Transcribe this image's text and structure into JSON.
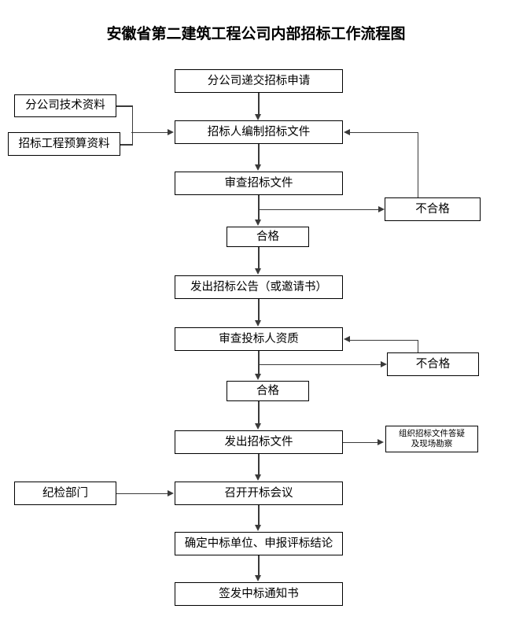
{
  "page": {
    "title": "安徽省第二建筑工程公司内部招标工作流程图",
    "background_color": "#ffffff",
    "line_color": "#3a3a3a",
    "border_color": "#000000"
  },
  "nodes": {
    "apply": "分公司递交招标申请",
    "tech_data": "分公司技术资料",
    "budget_data": "招标工程预算资料",
    "prepare_doc": "招标人编制招标文件",
    "review_doc": "审查招标文件",
    "fail_1": "不合格",
    "pass_1": "合格",
    "announce": "发出招标公告（或邀请书）",
    "review_bidder": "审查投标人资质",
    "fail_2": "不合格",
    "pass_2": "合格",
    "issue_doc": "发出招标文件",
    "qa_survey_line1": "组织招标文件答疑",
    "qa_survey_line2": "及现场勘察",
    "discipline": "纪检部门",
    "open_meeting": "召开开标会议",
    "determine": "确定中标单位、申报评标结论",
    "notice": "签发中标通知书"
  },
  "flow": {
    "main_sequence": [
      "分公司递交招标申请",
      "招标人编制招标文件",
      "审查招标文件",
      "合格",
      "发出招标公告（或邀请书）",
      "审查投标人资质",
      "合格",
      "发出招标文件",
      "召开开标会议",
      "确定中标单位、申报评标结论",
      "签发中标通知书"
    ],
    "side_inputs": [
      "分公司技术资料",
      "招标工程预算资料",
      "纪检部门"
    ],
    "branches": [
      {
        "from": "审查招标文件",
        "to": "不合格",
        "loops_back_to": "招标人编制招标文件"
      },
      {
        "from": "审查投标人资质",
        "to": "不合格",
        "loops_back_to": "审查投标人资质"
      },
      {
        "from": "发出招标文件",
        "to": "组织招标文件答疑及现场勘察"
      }
    ]
  }
}
